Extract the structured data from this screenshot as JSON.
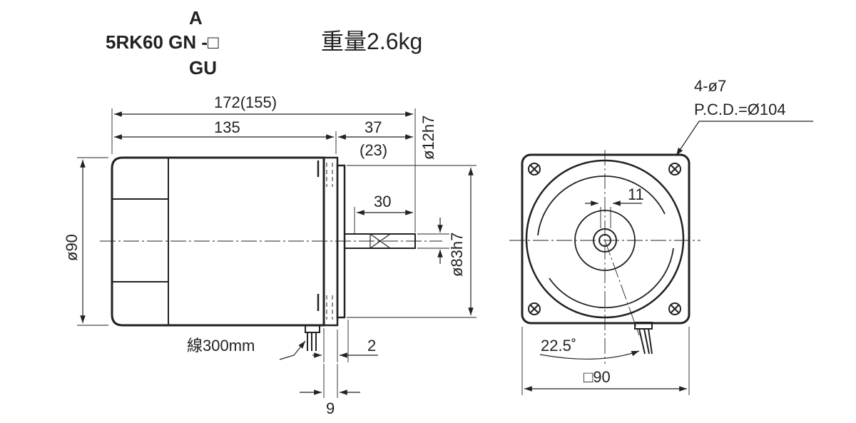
{
  "model": {
    "variant_top": "A",
    "name": "5RK60 GN -□",
    "variant_bottom": "GU"
  },
  "weight": {
    "label": "重量",
    "value": "2.6kg"
  },
  "side_view": {
    "total_length": "172(155)",
    "body_length": "135",
    "shaft_length": "37",
    "shaft_length_alt": "(23)",
    "shaft_diameter": "ø12h7",
    "key_length": "30",
    "pilot_diameter": "ø83h7",
    "body_diameter": "ø90",
    "lead_wire": "線300mm",
    "flange_gap": "2",
    "flange_thickness": "9"
  },
  "front_view": {
    "holes": "4-ø7",
    "pcd": "P.C.D.=Ø104",
    "key_width": "11",
    "angle": "22.5˚",
    "square": "□90"
  }
}
